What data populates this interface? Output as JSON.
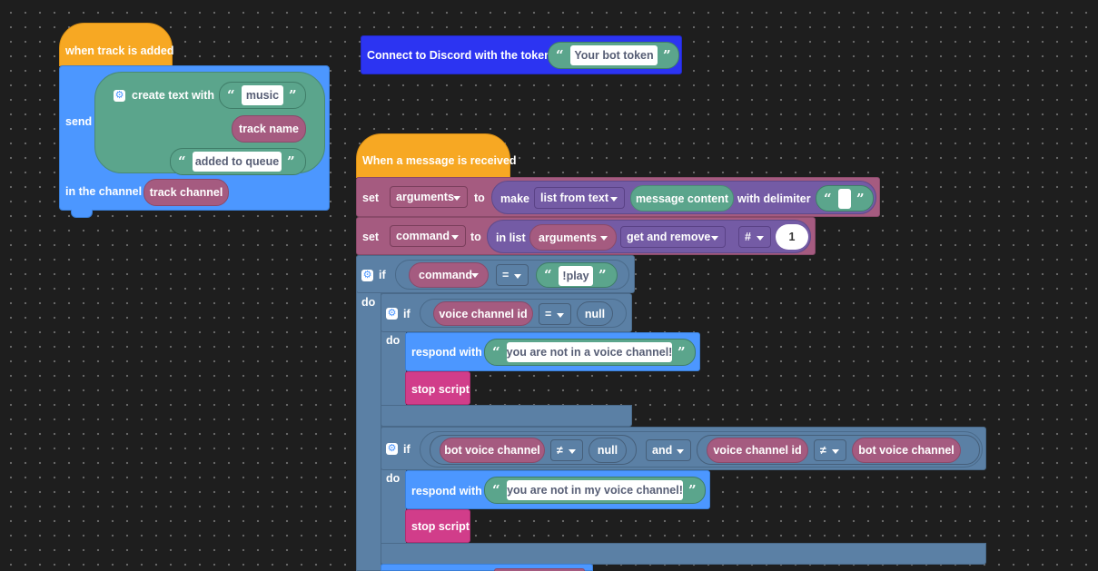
{
  "workspace": {
    "track_event": {
      "hat_label": "when track is added",
      "send_label": "send",
      "create_text_label": "create text with",
      "text_music": "music",
      "track_name": "track name",
      "text_added": "added to queue",
      "channel_label": "in the channel",
      "track_channel": "track channel"
    },
    "connect": {
      "label": "Connect to Discord with the token",
      "token": "Your bot token"
    },
    "message_event": {
      "hat_label": "When a message is received",
      "set1": {
        "set_label": "set",
        "var": "arguments",
        "to_label": "to",
        "make_label": "make",
        "mode": "list from text",
        "source": "message content",
        "delimiter_label": "with delimiter",
        "delimiter_value": ""
      },
      "set2": {
        "set_label": "set",
        "var": "command",
        "to_label": "to",
        "in_list_label": "in list",
        "list_var": "arguments",
        "op": "get and remove",
        "index_mode": "#",
        "index_value": "1"
      },
      "if1": {
        "if_label": "if",
        "do_label": "do",
        "left": "command",
        "op": "=",
        "right": "!play"
      },
      "if2": {
        "if_label": "if",
        "do_label": "do",
        "left": "voice channel id",
        "op": "=",
        "right": "null",
        "respond_label": "respond with",
        "respond_text": "you are not in a voice channel!",
        "stop_label": "stop script"
      },
      "if3": {
        "if_label": "if",
        "do_label": "do",
        "a_left": "bot voice channel",
        "a_op": "≠",
        "a_right": "null",
        "and_op": "and",
        "b_left": "voice channel id",
        "b_op": "≠",
        "b_right": "bot voice channel",
        "respond_label": "respond with",
        "respond_text": "you are not in my voice channel!",
        "stop_label": "stop script"
      }
    }
  },
  "icons": {
    "gear": "gear-icon",
    "quote_open": "“",
    "quote_close": "”",
    "gear_glyph": "⚙"
  },
  "colors": {
    "background": "#1e1e1e",
    "event": "#f7a823",
    "blue": "#4c97ff",
    "discord": "#2c34f2",
    "variable": "#a55b80",
    "control": "#5b80a5",
    "text": "#5ba58c",
    "list": "#745ba5",
    "stop": "#d13d8a"
  }
}
